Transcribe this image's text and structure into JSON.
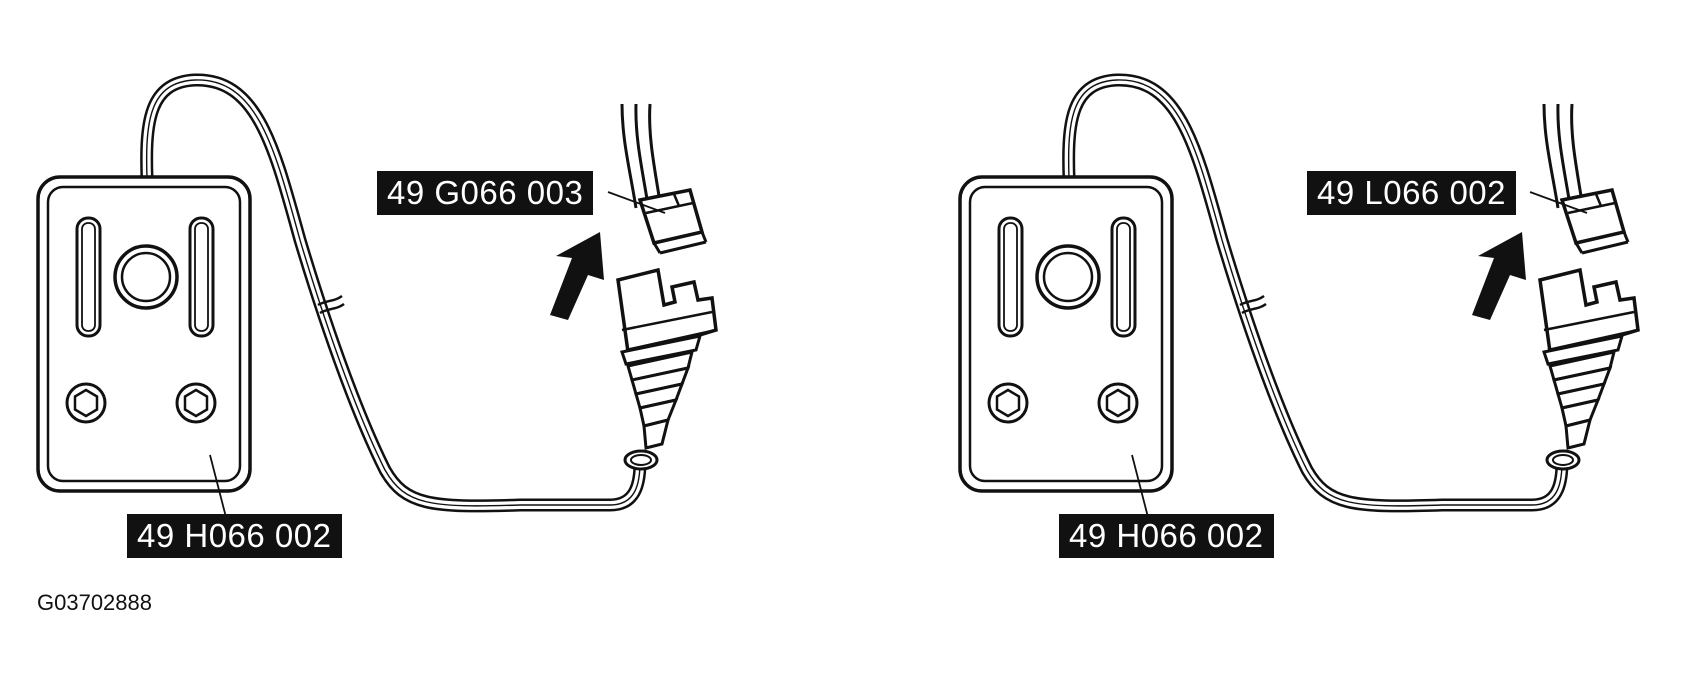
{
  "colors": {
    "ink": "#111111",
    "paper": "#ffffff",
    "label_bg": "#111111",
    "label_text": "#ffffff"
  },
  "left_panel": {
    "plate_label": "49 H066 002",
    "plug_label": "49 G066 003"
  },
  "right_panel": {
    "plate_label": "49 H066 002",
    "plug_label": "49 L066 002"
  },
  "figure_id": "G03702888"
}
